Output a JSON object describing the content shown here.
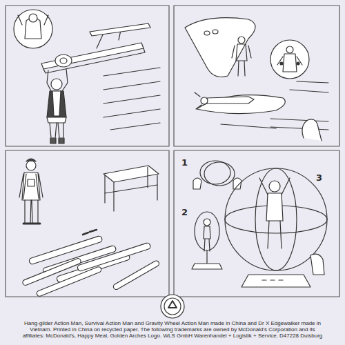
{
  "diagram": {
    "labels": [
      "1",
      "2",
      "3",
      "Hang-glider Action Man, Survival Action Man and Gravity Wheel Action Man made in China and Dr X Edgewalker made in Vietnam. Printed in China on recycled paper. The following trademarks are owned by McDonald's Corporation and its affiliates: McDonald's, Happy Meal, Golden Arches Logo. WLS GmbH Warenhandel + Logistik + Service. D47228 Duisburg"
    ]
  }
}
